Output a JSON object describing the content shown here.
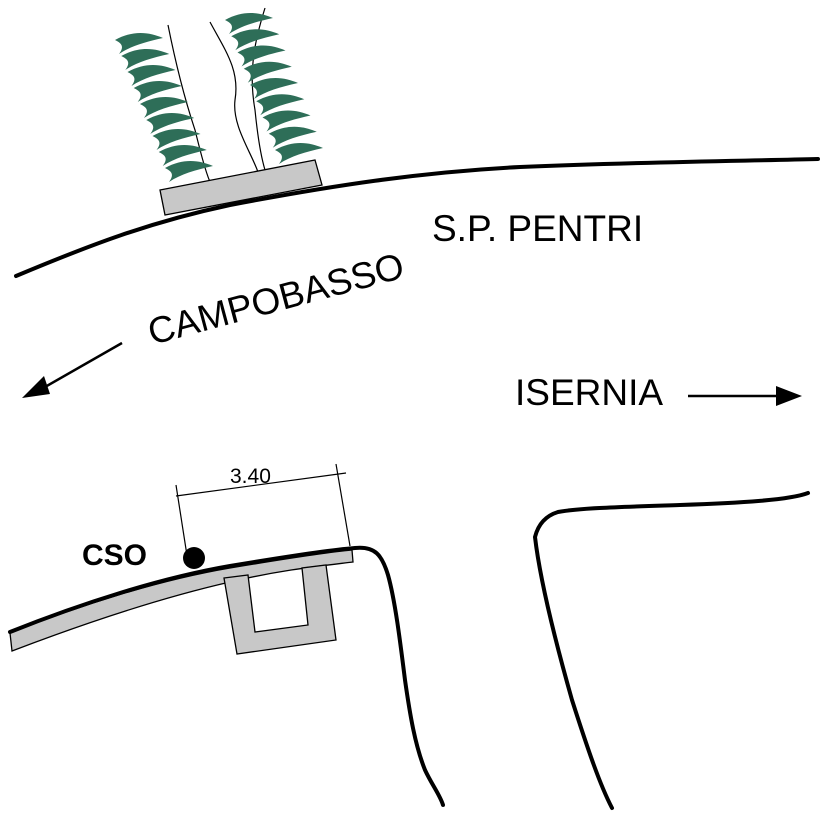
{
  "labels": {
    "road_name": "S.P. PENTRI",
    "direction_left": "CAMPOBASSO",
    "direction_right": "ISERNIA",
    "station": "CSO",
    "dimension": "3.40"
  },
  "colors": {
    "vegetation": "#2e6e58",
    "paving": "#c8c8c8",
    "lines": "#000000"
  }
}
